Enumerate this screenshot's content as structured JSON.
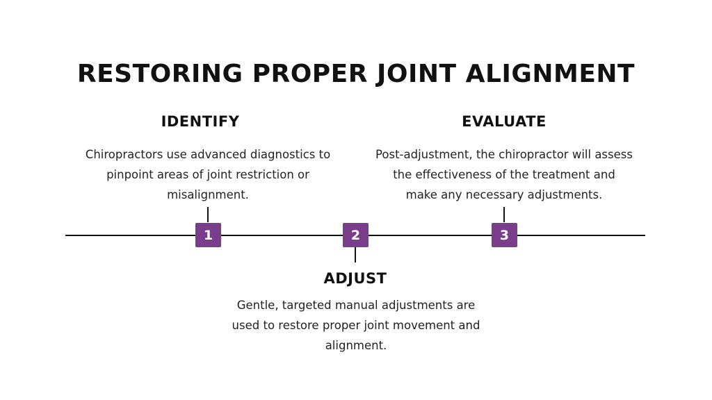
{
  "title": "RESTORING PROPER JOINT ALIGNMENT",
  "accent_color": "#7a3d8c",
  "steps": [
    {
      "number": "1",
      "heading": "IDENTIFY",
      "description": "Chiropractors use advanced diagnostics to pinpoint areas of joint restriction or misalignment."
    },
    {
      "number": "2",
      "heading": "ADJUST",
      "description": "Gentle, targeted manual adjustments are used to restore proper joint movement and alignment."
    },
    {
      "number": "3",
      "heading": "EVALUATE",
      "description": "Post-adjustment, the chiropractor will assess the effectiveness of the treatment and make any necessary adjustments."
    }
  ]
}
